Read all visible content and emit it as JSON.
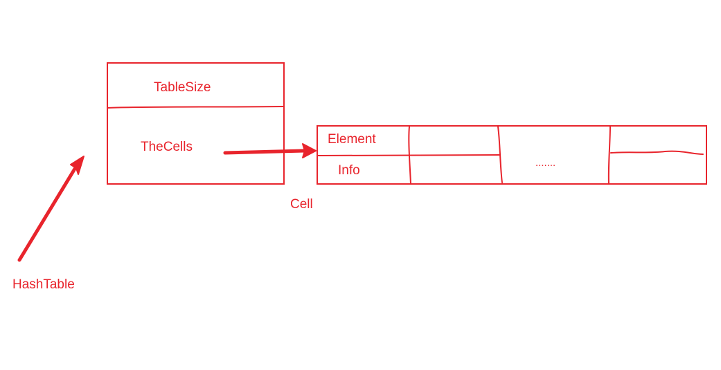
{
  "colors": {
    "ink": "#e8242c",
    "background": "#ffffff"
  },
  "hashtable": {
    "label": "HashTable",
    "fields": {
      "table_size": "TableSize",
      "the_cells": "TheCells"
    }
  },
  "cell": {
    "label": "Cell",
    "fields": {
      "element": "Element",
      "info": "Info"
    },
    "ellipsis": "......."
  }
}
